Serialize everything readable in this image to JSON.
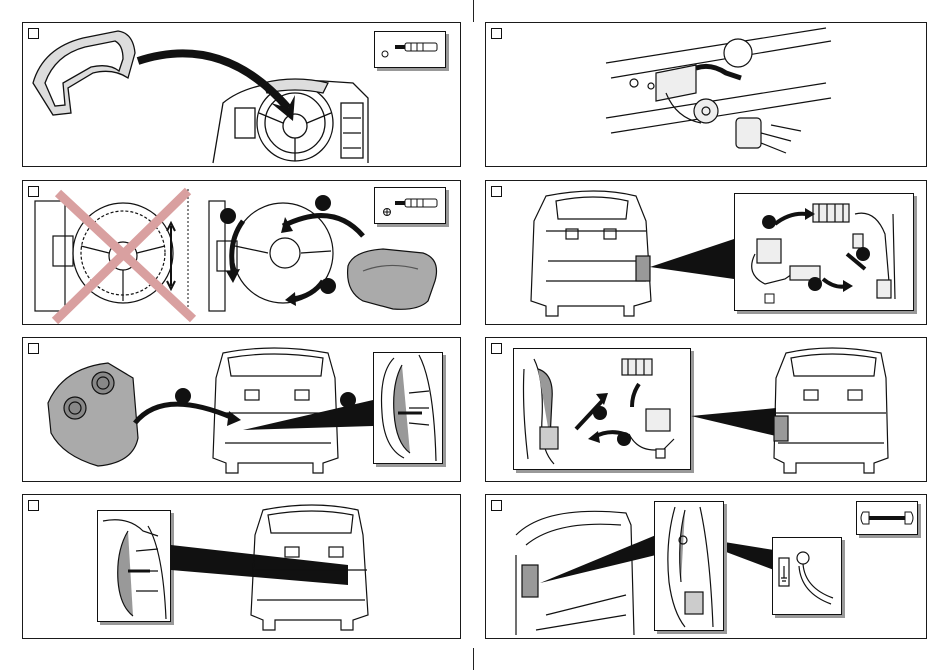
{
  "page": {
    "background": "#ffffff",
    "line_color": "#1a1a1a",
    "shade_color": "#999999"
  },
  "steps": [
    {
      "id": 1,
      "illustration": "remove-instrument-cluster-trim",
      "tool": "screwdriver-icon"
    },
    {
      "id": 2,
      "illustration": "tow-bar-bolt-assembly",
      "tool": null
    },
    {
      "id": 3,
      "illustration": "remove-steering-wheel-airbag",
      "tool": "torx-screwdriver-icon"
    },
    {
      "id": 4,
      "illustration": "rear-light-connector-detail",
      "tool": null
    },
    {
      "id": 5,
      "illustration": "remove-rear-side-cover",
      "tool": null
    },
    {
      "id": 6,
      "illustration": "route-wiring-harness",
      "tool": null
    },
    {
      "id": 7,
      "illustration": "refit-trim-panel",
      "tool": null
    },
    {
      "id": 8,
      "illustration": "earth-cable-ring-terminal",
      "tool": "spanner-icon"
    }
  ]
}
